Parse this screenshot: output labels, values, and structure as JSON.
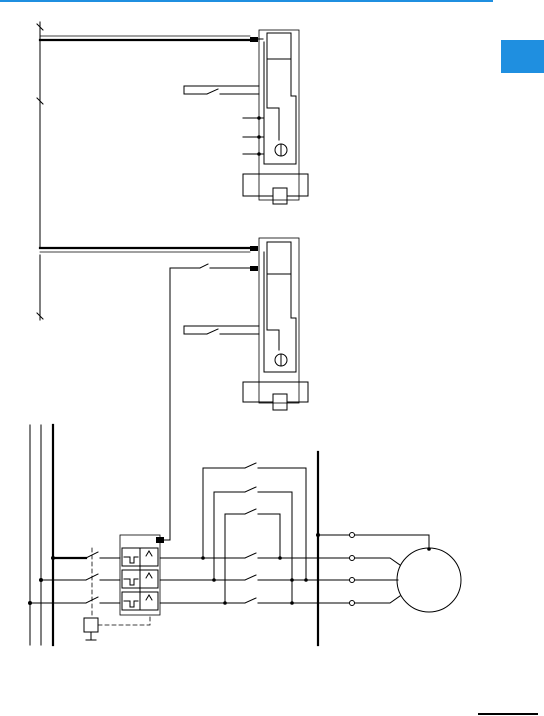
{
  "colors": {
    "accent": "#1f8fe0",
    "line": "#000000"
  },
  "symbols": [
    "motor-circle",
    "coil-symbol",
    "overload-relay-block",
    "contactor-contacts",
    "terminal-plug"
  ]
}
